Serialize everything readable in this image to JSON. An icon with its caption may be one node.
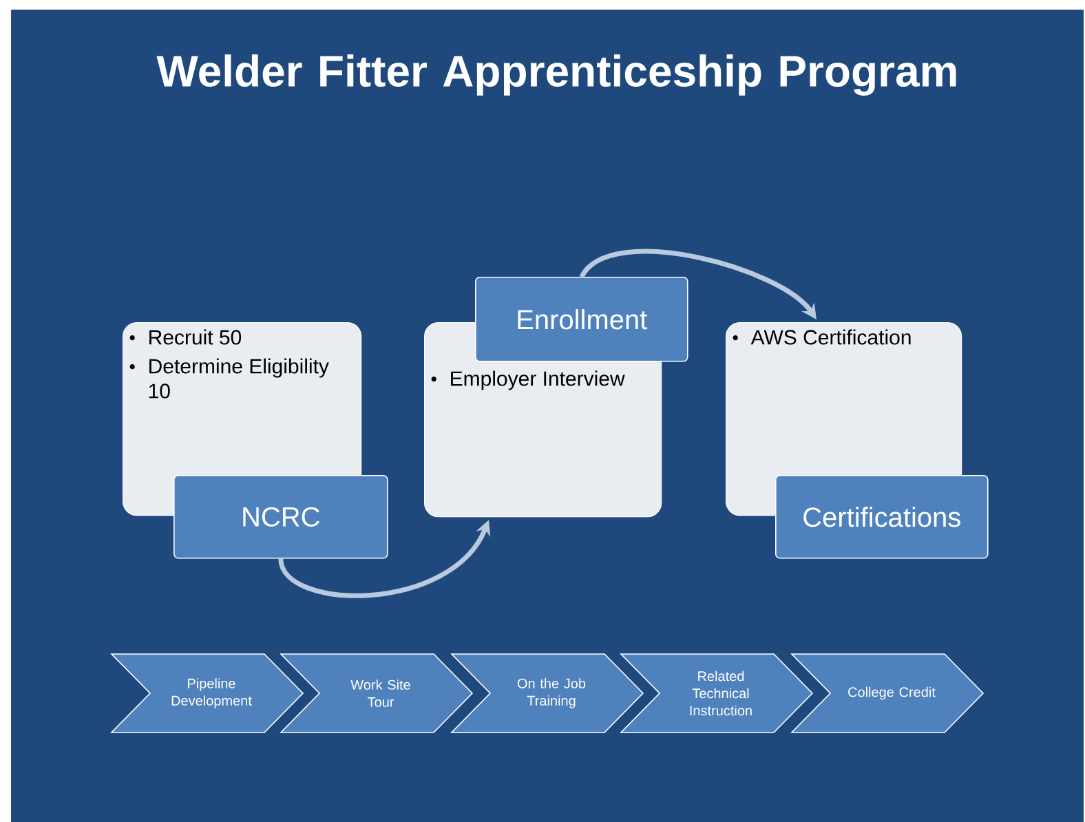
{
  "diagram": {
    "title": "Welder Fitter Apprenticeship Program",
    "nodes": [
      {
        "text": [
          "Recruit 50",
          "Determine Eligibility 10"
        ]
      },
      {
        "text": [
          "NCRC"
        ]
      },
      {
        "text": [
          "Employer Interview"
        ]
      },
      {
        "text": [
          "Enrollment"
        ]
      },
      {
        "text": [
          "AWS Certification"
        ]
      },
      {
        "text": [
          "Certifications"
        ]
      },
      {
        "text": [
          "Pipeline Development"
        ]
      },
      {
        "text": [
          "Work Site Tour"
        ]
      },
      {
        "text": [
          "On the Job Training"
        ]
      },
      {
        "text": [
          "Related Technical Instruction"
        ]
      },
      {
        "text": [
          "College Credit"
        ]
      }
    ],
    "edges": [
      {
        "from": 1,
        "to": 2,
        "arrow": "to"
      },
      {
        "from": 3,
        "to": 4,
        "arrow": "to"
      }
    ]
  }
}
